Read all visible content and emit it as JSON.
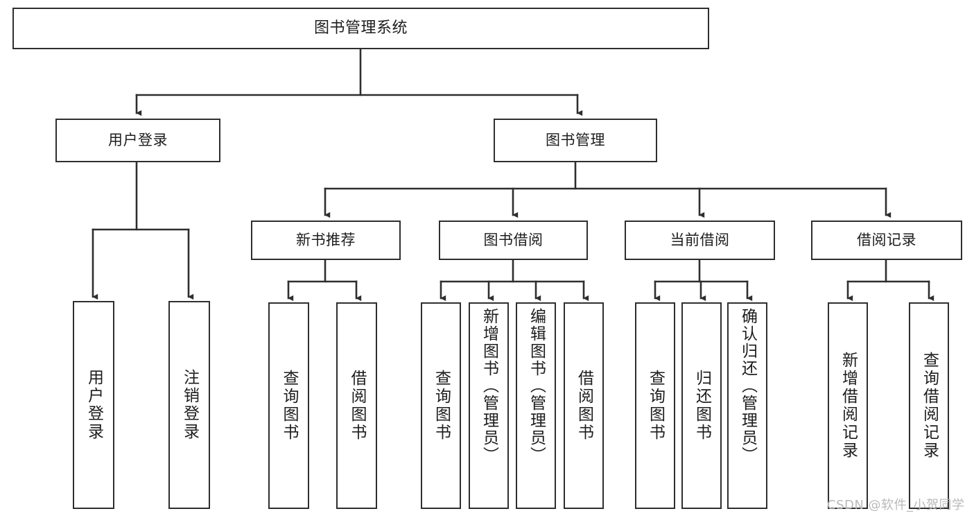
{
  "diagram": {
    "title": "图书管理系统",
    "watermark": "CSDN @软件_小贺同学",
    "line_color": "#2e2e2e",
    "box_border_color": "#2e2e2e",
    "box_fill_color": "#ffffff",
    "text_color": "#1d1d1d",
    "watermark_color": "#b9b9b9"
  },
  "nodes": {
    "root": {
      "label": "图书管理系统"
    },
    "level1": [
      {
        "label": "用户登录"
      },
      {
        "label": "图书管理"
      }
    ],
    "level2": [
      {
        "label": "新书推荐"
      },
      {
        "label": "图书借阅"
      },
      {
        "label": "当前借阅"
      },
      {
        "label": "借阅记录"
      }
    ],
    "login_children": [
      {
        "label": "用户登录"
      },
      {
        "label": "注销登录"
      }
    ],
    "recommend_children": [
      {
        "label": "查询图书"
      },
      {
        "label": "借阅图书"
      }
    ],
    "borrow_children": [
      {
        "label": "查询图书"
      },
      {
        "label": "新增图书（管理员）"
      },
      {
        "label": "编辑图书（管理员）"
      },
      {
        "label": "借阅图书"
      }
    ],
    "current_children": [
      {
        "label": "查询图书"
      },
      {
        "label": "归还图书"
      },
      {
        "label": "确认归还（管理员）"
      }
    ],
    "record_children": [
      {
        "label": "新增借阅记录"
      },
      {
        "label": "查询借阅记录"
      }
    ]
  }
}
